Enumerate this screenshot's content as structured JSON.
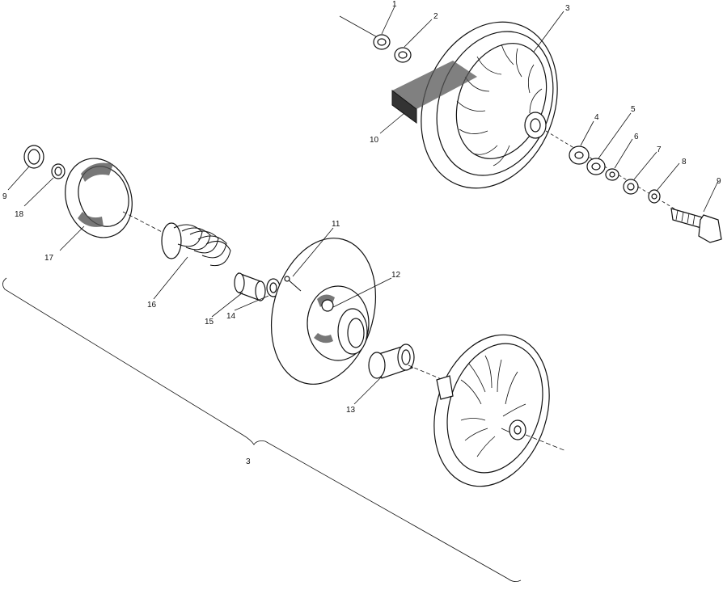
{
  "diagram": {
    "callouts": [
      {
        "id": "c1",
        "label": "1"
      },
      {
        "id": "c2",
        "label": "2"
      },
      {
        "id": "c3top",
        "label": "3"
      },
      {
        "id": "c4",
        "label": "4"
      },
      {
        "id": "c5",
        "label": "5"
      },
      {
        "id": "c6",
        "label": "6"
      },
      {
        "id": "c7",
        "label": "7"
      },
      {
        "id": "c8",
        "label": "8"
      },
      {
        "id": "c9right",
        "label": "9"
      },
      {
        "id": "c10",
        "label": "10"
      },
      {
        "id": "c9left",
        "label": "9"
      },
      {
        "id": "c18",
        "label": "18"
      },
      {
        "id": "c17",
        "label": "17"
      },
      {
        "id": "c16",
        "label": "16"
      },
      {
        "id": "c11",
        "label": "11"
      },
      {
        "id": "c12",
        "label": "12"
      },
      {
        "id": "c15",
        "label": "15"
      },
      {
        "id": "c14",
        "label": "14"
      },
      {
        "id": "c13",
        "label": "13"
      },
      {
        "id": "c3assembly",
        "label": "3"
      }
    ]
  }
}
